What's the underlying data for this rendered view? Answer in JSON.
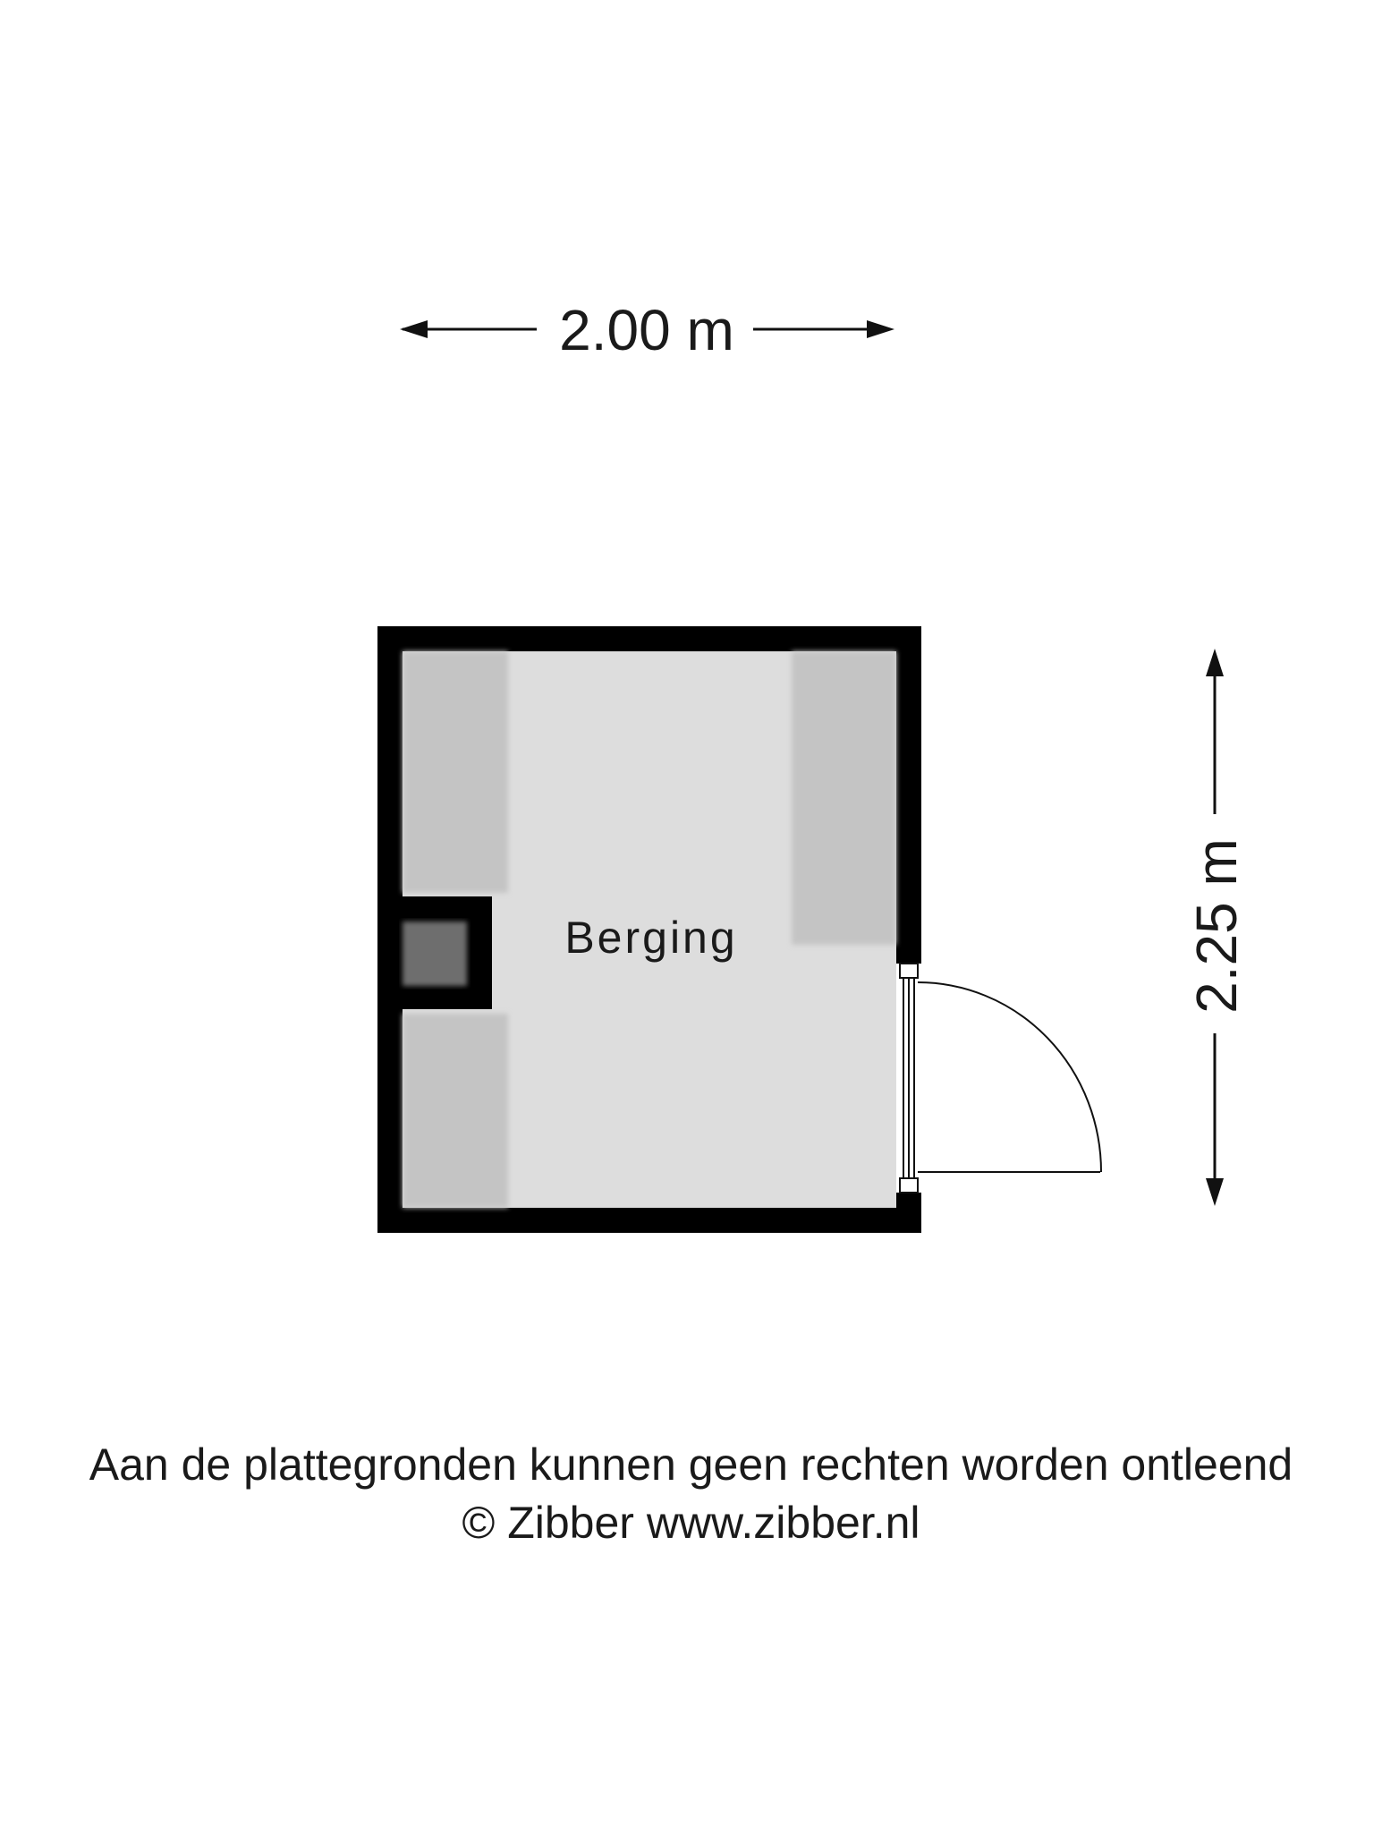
{
  "dimensions": {
    "width_label": "2.00 m",
    "height_label": "2.25 m"
  },
  "rooms": [
    {
      "label": "Berging"
    }
  ],
  "footer": {
    "disclaimer": "Aan de plattegronden kunnen geen rechten worden ontleend",
    "copyright": "© Zibber www.zibber.nl"
  },
  "colors": {
    "wall": "#000000",
    "floor": "#dddddd",
    "cabinet": "#c4c4c4",
    "shaft": "#6e6e6e",
    "line": "#111111"
  }
}
